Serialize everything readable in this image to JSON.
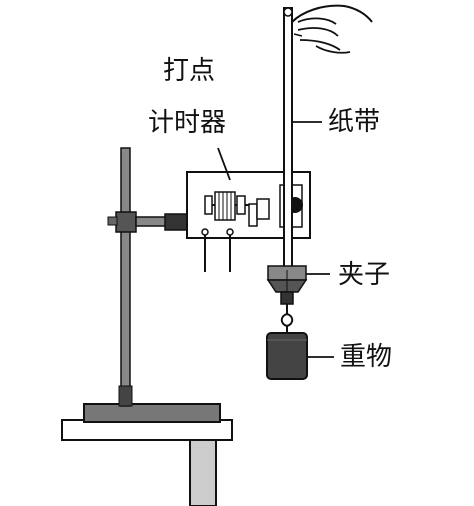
{
  "labels": {
    "timer_line1": "打点",
    "timer_line2": "计时器",
    "tape": "纸带",
    "clip": "夹子",
    "weight": "重物"
  },
  "colors": {
    "ink": "#111111",
    "steel": "#777777",
    "dark_steel": "#3a3a3a",
    "clamp": "#555555",
    "weight": "#444444",
    "table": "#bbbbbb"
  }
}
